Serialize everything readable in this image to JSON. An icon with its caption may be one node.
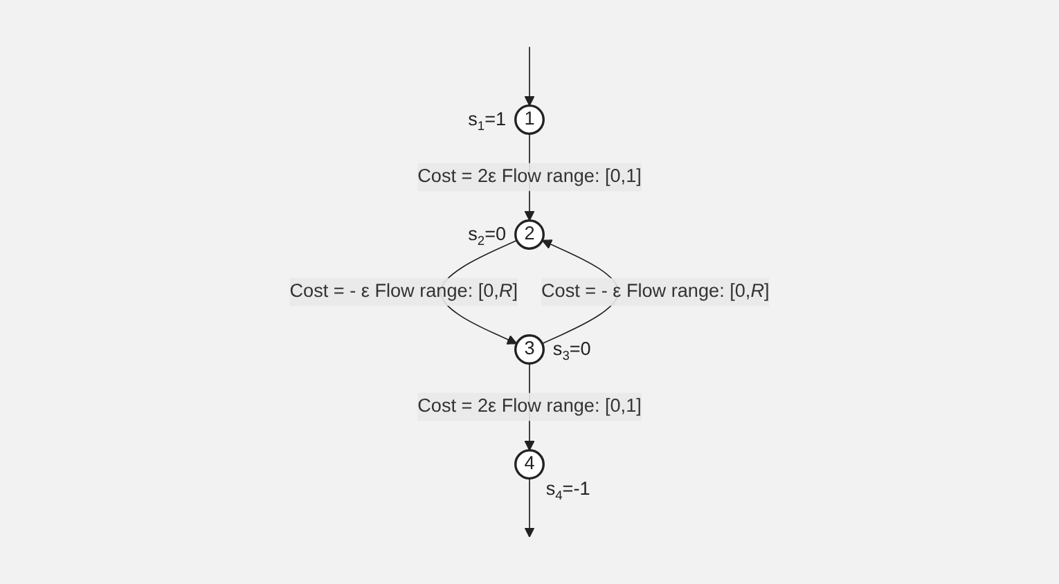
{
  "diagram": {
    "nodes": [
      {
        "text": [
          "1"
        ],
        "beside": [
          "s$_{1}$=1"
        ]
      },
      {
        "text": [
          "2"
        ],
        "beside": [
          "s$_{2}$=0"
        ]
      },
      {
        "text": [
          "3"
        ],
        "beside": [
          "s$_{3}$=0"
        ]
      },
      {
        "text": [
          "4"
        ],
        "beside": [
          "s$_{4}$=-1"
        ]
      }
    ],
    "edges": [
      {
        "from": null,
        "to": 0,
        "arrow": "to"
      },
      {
        "from": 0,
        "to": 1,
        "arrow": "to",
        "label": "Cost = 2ε Flow range: [0,1]"
      },
      {
        "from": 1,
        "to": 2,
        "arrow": "to",
        "label": "Cost = - ε Flow range: [0,*R*]"
      },
      {
        "from": 2,
        "to": 1,
        "arrow": "to",
        "label": "Cost = - ε Flow range: [0,*R*]"
      },
      {
        "from": 2,
        "to": 3,
        "arrow": "to",
        "label": "Cost = 2ε Flow range: [0,1]"
      },
      {
        "from": 3,
        "to": null,
        "arrow": "to"
      }
    ]
  }
}
